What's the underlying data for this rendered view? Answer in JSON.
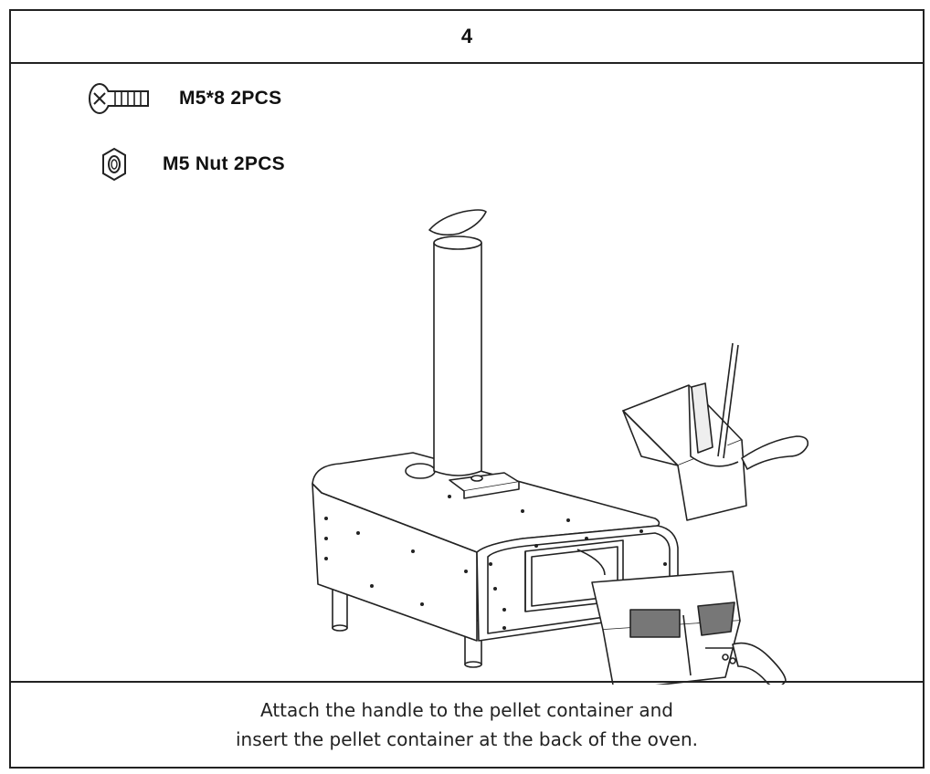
{
  "step": {
    "number": "4"
  },
  "parts": [
    {
      "icon": "screw-icon",
      "label": "M5*8  2PCS"
    },
    {
      "icon": "nut-icon",
      "label": "M5 Nut  2PCS"
    }
  ],
  "instructions": {
    "line1": "Attach the handle to the pellet container and",
    "line2": "insert the pellet container at the back of the oven."
  }
}
